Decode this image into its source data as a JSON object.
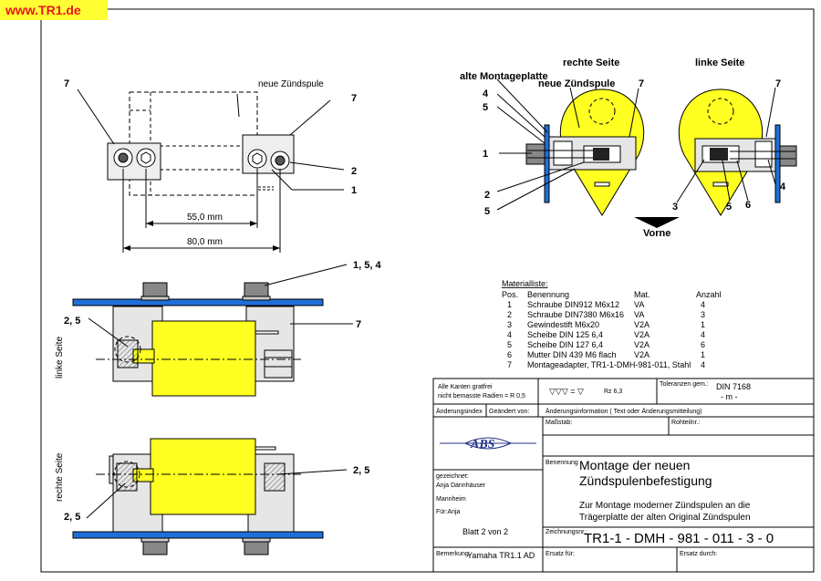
{
  "watermark": "www.TR1.de",
  "top_left": {
    "label_7_left": "7",
    "label_neue": "neue Zündspule",
    "label_7_right": "7",
    "label_2": "2",
    "label_1": "1",
    "dim_55": "55,0 mm",
    "dim_80": "80,0 mm"
  },
  "top_right": {
    "rechte_seite": "rechte Seite",
    "linke_seite": "linke Seite",
    "alte_montageplatte": "alte Montageplatte",
    "neue_zuendspule": "neue Zündspule",
    "l4": "4",
    "l5": "5",
    "l7a": "7",
    "l7b": "7",
    "l1": "1",
    "l2": "2",
    "l5b": "5",
    "l3": "3",
    "l5c": "5",
    "l6": "6",
    "l4b": "4",
    "vorne": "Vorne"
  },
  "mid_left": {
    "label_154": "1, 5, 4",
    "label_25": "2, 5",
    "label_7": "7",
    "side": "linke Seite"
  },
  "bot_left": {
    "label_25_right": "2, 5",
    "label_25_left": "2, 5",
    "side": "rechte Seite"
  },
  "materials": {
    "title": "Materialliste:",
    "headers": [
      "Pos.",
      "Benennung",
      "Mat.",
      "Anzahl"
    ],
    "rows": [
      [
        "1",
        "Schraube DIN912 M6x12",
        "VA",
        "4"
      ],
      [
        "2",
        "Schraube DIN7380 M6x16",
        "VA",
        "3"
      ],
      [
        "3",
        "Gewindestift M6x20",
        "V2A",
        "1"
      ],
      [
        "4",
        "Scheibe DIN 125 6,4",
        "V2A",
        "4"
      ],
      [
        "5",
        "Scheibe DIN 127 6,4",
        "V2A",
        "6"
      ],
      [
        "6",
        "Mutter DIN 439 M6 flach",
        "V2A",
        "1"
      ],
      [
        "7",
        "Montageadapter, TR1-1-DMH-981-011, Stahl",
        "",
        "4"
      ]
    ]
  },
  "titleblock": {
    "kanten1": "Alle Kanten  gratfrei",
    "kanten2": "nicht bemasste Radien = R 0,5",
    "surface": "Rz 6,3",
    "toleranzen": "Toleranzen gem.:",
    "din": "DIN 7168",
    "din_m": "- m -",
    "aenderungsindex": "Änderungsindex",
    "geaendert": "Geändert von:",
    "aenderungsinfo": "Änderungsinformation ( Text oder Änderungsmitteilung)",
    "massstab": "Maßstab:",
    "rohteil": "Rohteilnr.:",
    "benennung": "Benennung",
    "title1": "Montage der neuen",
    "title2": "Zündspulenbefestigung",
    "desc1": "Zur Montage moderner Zündspulen an die",
    "desc2": "Trägerplatte der alten Original Zündspulen",
    "gezeichnet": "gezeichnet:",
    "author": "Anja Dannhäuser",
    "mannheim": "Mannheim",
    "fuer": "Für:Anja",
    "blatt": "Blatt 2 von 2",
    "zeichnungsnr": "Zeichnungsnr.:",
    "drawing_no": "TR1-1 - DMH - 981 - 011 - 3 - 0",
    "bemerkung": "Bemerkung:",
    "bemerkung_val": "Yamaha TR1.1 AD",
    "ersatz_fuer": "Ersatz für:",
    "ersatz_durch": "Ersatz durch:",
    "logo": "ABS"
  }
}
